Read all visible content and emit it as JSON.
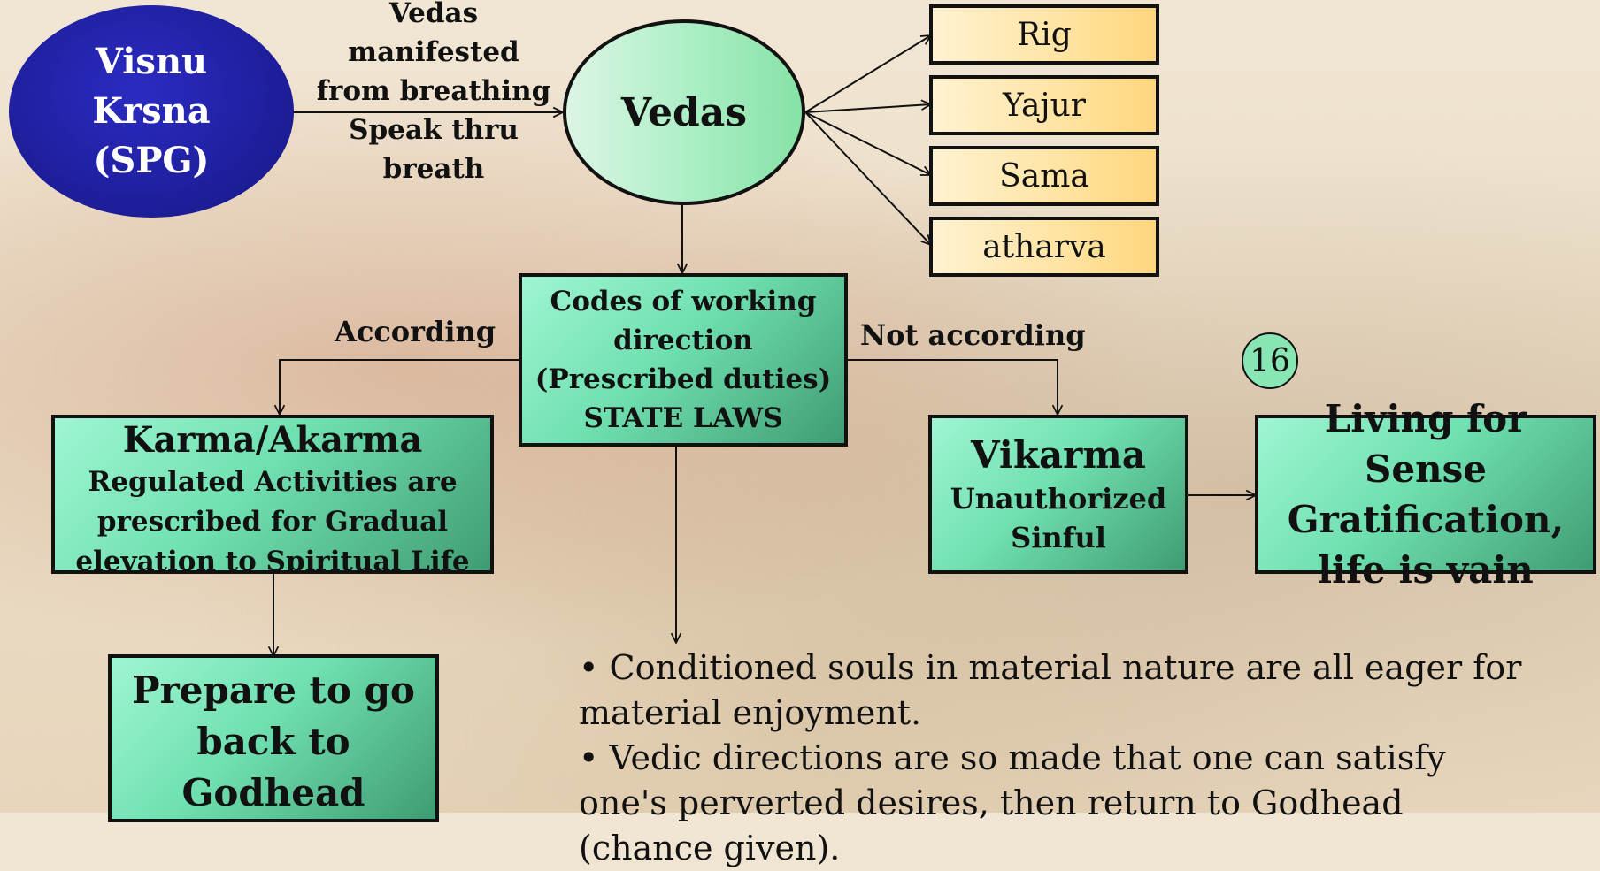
{
  "source": {
    "lines": [
      "Visnu",
      "Krsna",
      "(SPG)"
    ]
  },
  "edge_source_label": {
    "lines": [
      "Vedas manifested",
      "from breathing",
      "Speak thru breath"
    ]
  },
  "vedas": {
    "label": "Vedas"
  },
  "veda_branches": [
    "Rig",
    "Yajur",
    "Sama",
    "atharva"
  ],
  "codes": {
    "lines": [
      "Codes of working",
      "direction",
      "(Prescribed duties)",
      "STATE LAWS"
    ]
  },
  "edge_according": "According",
  "edge_not_according": "Not according",
  "karma": {
    "title": "Karma/Akarma",
    "lines": [
      "Regulated Activities are",
      "prescribed for Gradual",
      "elevation to Spiritual Life"
    ]
  },
  "vikarma": {
    "title": "Vikarma",
    "lines": [
      "Unauthorized",
      "Sinful"
    ]
  },
  "living": {
    "lines": [
      "Living for Sense",
      "Gratification,",
      "life is vain"
    ]
  },
  "prepare": {
    "lines": [
      "Prepare to go",
      "back to",
      "Godhead"
    ]
  },
  "page_number": "16",
  "bullets": [
    "• Conditioned souls in material nature are all eager for material enjoyment.",
    "• Vedic directions are so made that one can satisfy one's perverted desires, then return to Godhead (chance given)."
  ],
  "colors": {
    "source_fill": "#1f1f9e",
    "vedas_fill": "#a9ebc0",
    "box_fill": "#6fe0b0",
    "veda_box_fill": "#ffe3a0"
  }
}
